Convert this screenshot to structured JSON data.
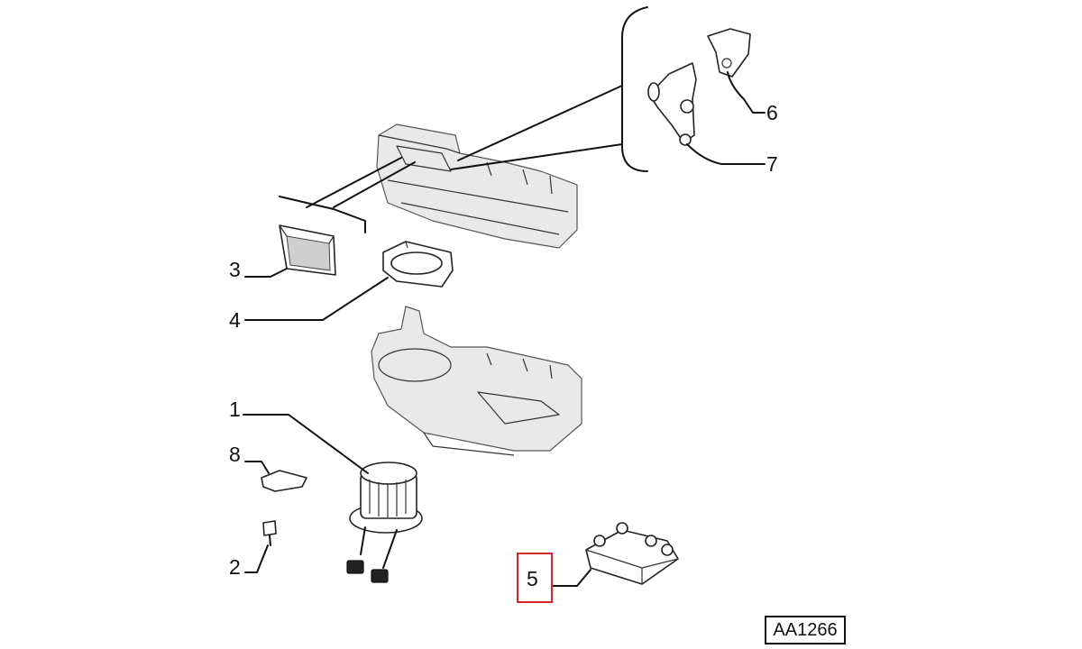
{
  "callouts": {
    "p1": "1",
    "p2": "2",
    "p3": "3",
    "p4": "4",
    "p5": "5",
    "p6": "6",
    "p7": "7",
    "p8": "8"
  },
  "highlight_color": "#d9262c",
  "reference_code": "AA1266"
}
